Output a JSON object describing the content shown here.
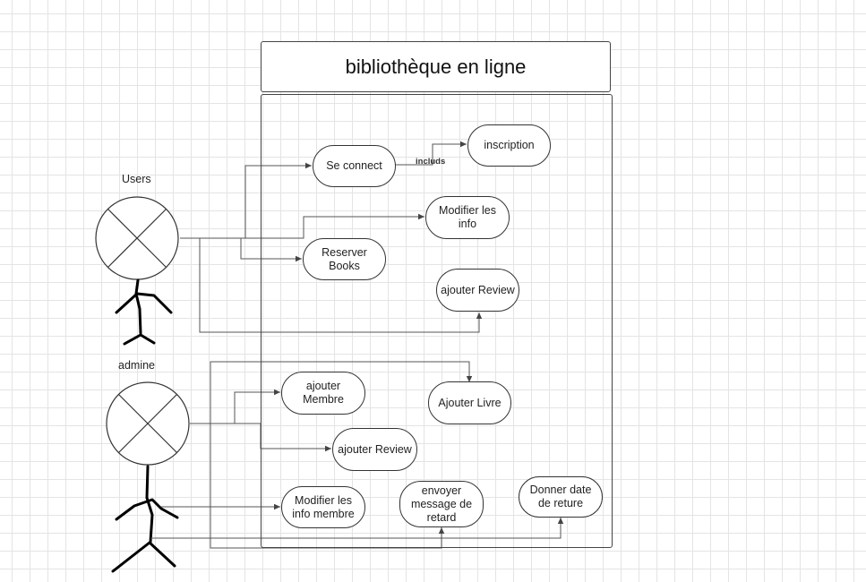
{
  "system": {
    "title": "bibliothèque en ligne"
  },
  "actors": {
    "users": {
      "label": "Users"
    },
    "admin": {
      "label": "admine"
    }
  },
  "relations": {
    "include_label": "includs"
  },
  "use_cases": {
    "se_connect": "Se connect",
    "inscription": "inscription",
    "modifier_info": "Modifier les\ninfo",
    "reserver_books": "Reserver\nBooks",
    "ajouter_review_user": "ajouter Review",
    "ajouter_membre": "ajouter\nMembre",
    "ajouter_livre": "Ajouter Livre",
    "ajouter_review_admin": "ajouter Review",
    "modifier_info_membre": "Modifier les\ninfo membre",
    "envoyer_message": "envoyer\nmessage de\nretard",
    "donner_date": "Donner date\nde reture"
  }
}
